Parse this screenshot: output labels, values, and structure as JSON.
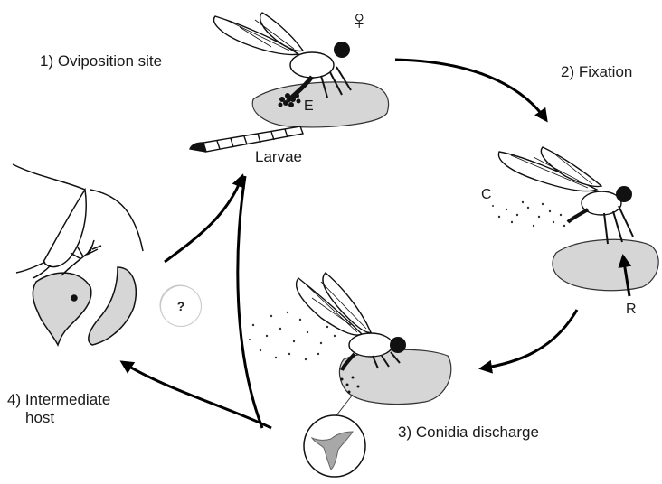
{
  "labels": {
    "step1": "1) Oviposition site",
    "step2": "2) Fixation",
    "step3": "3) Conidia discharge",
    "step4_line1": "4) Intermediate",
    "step4_line2": "host",
    "larvae": "Larvae",
    "female_symbol": "♀",
    "egg_marker": "E",
    "conidia_marker": "C",
    "rhizoid_marker": "R",
    "unknown_marker": "?"
  },
  "colors": {
    "substrate_fill": "#d6d6d6",
    "ink": "#111111",
    "arrow": "#000000"
  },
  "icons": [
    "fly-icon",
    "larva-icon",
    "conidium-icon",
    "copepod-icon",
    "fungus-sporangium-icon"
  ]
}
